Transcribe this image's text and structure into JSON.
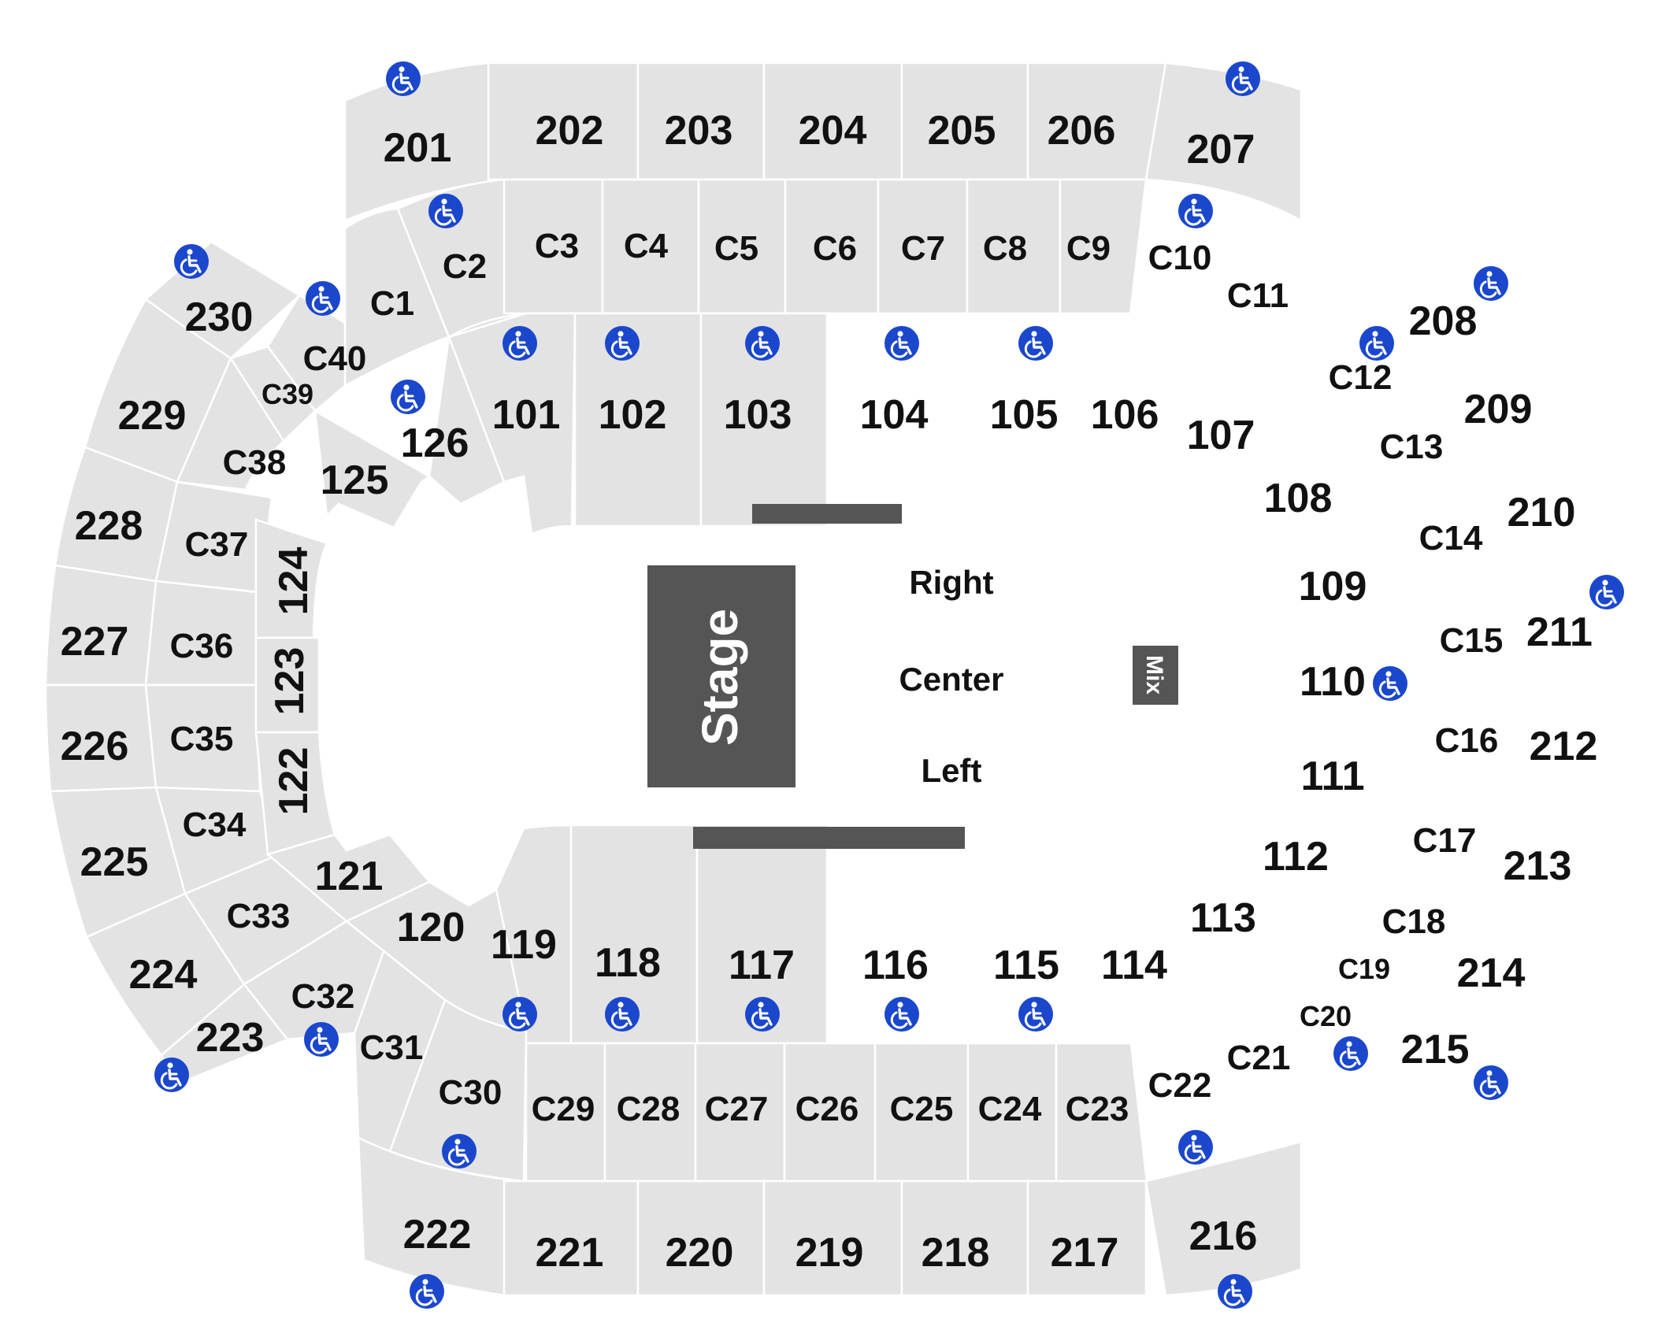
{
  "map": {
    "stage_label": "Stage",
    "mix_label": "Mix",
    "positions": {
      "right": "Right",
      "center": "Center",
      "left": "Left"
    },
    "colors": {
      "section_fill": "#e3e3e3",
      "stage_fill": "#555555",
      "accessible_fill": "#1a47cc"
    },
    "accessible_icon": "wheelchair-icon"
  }
}
